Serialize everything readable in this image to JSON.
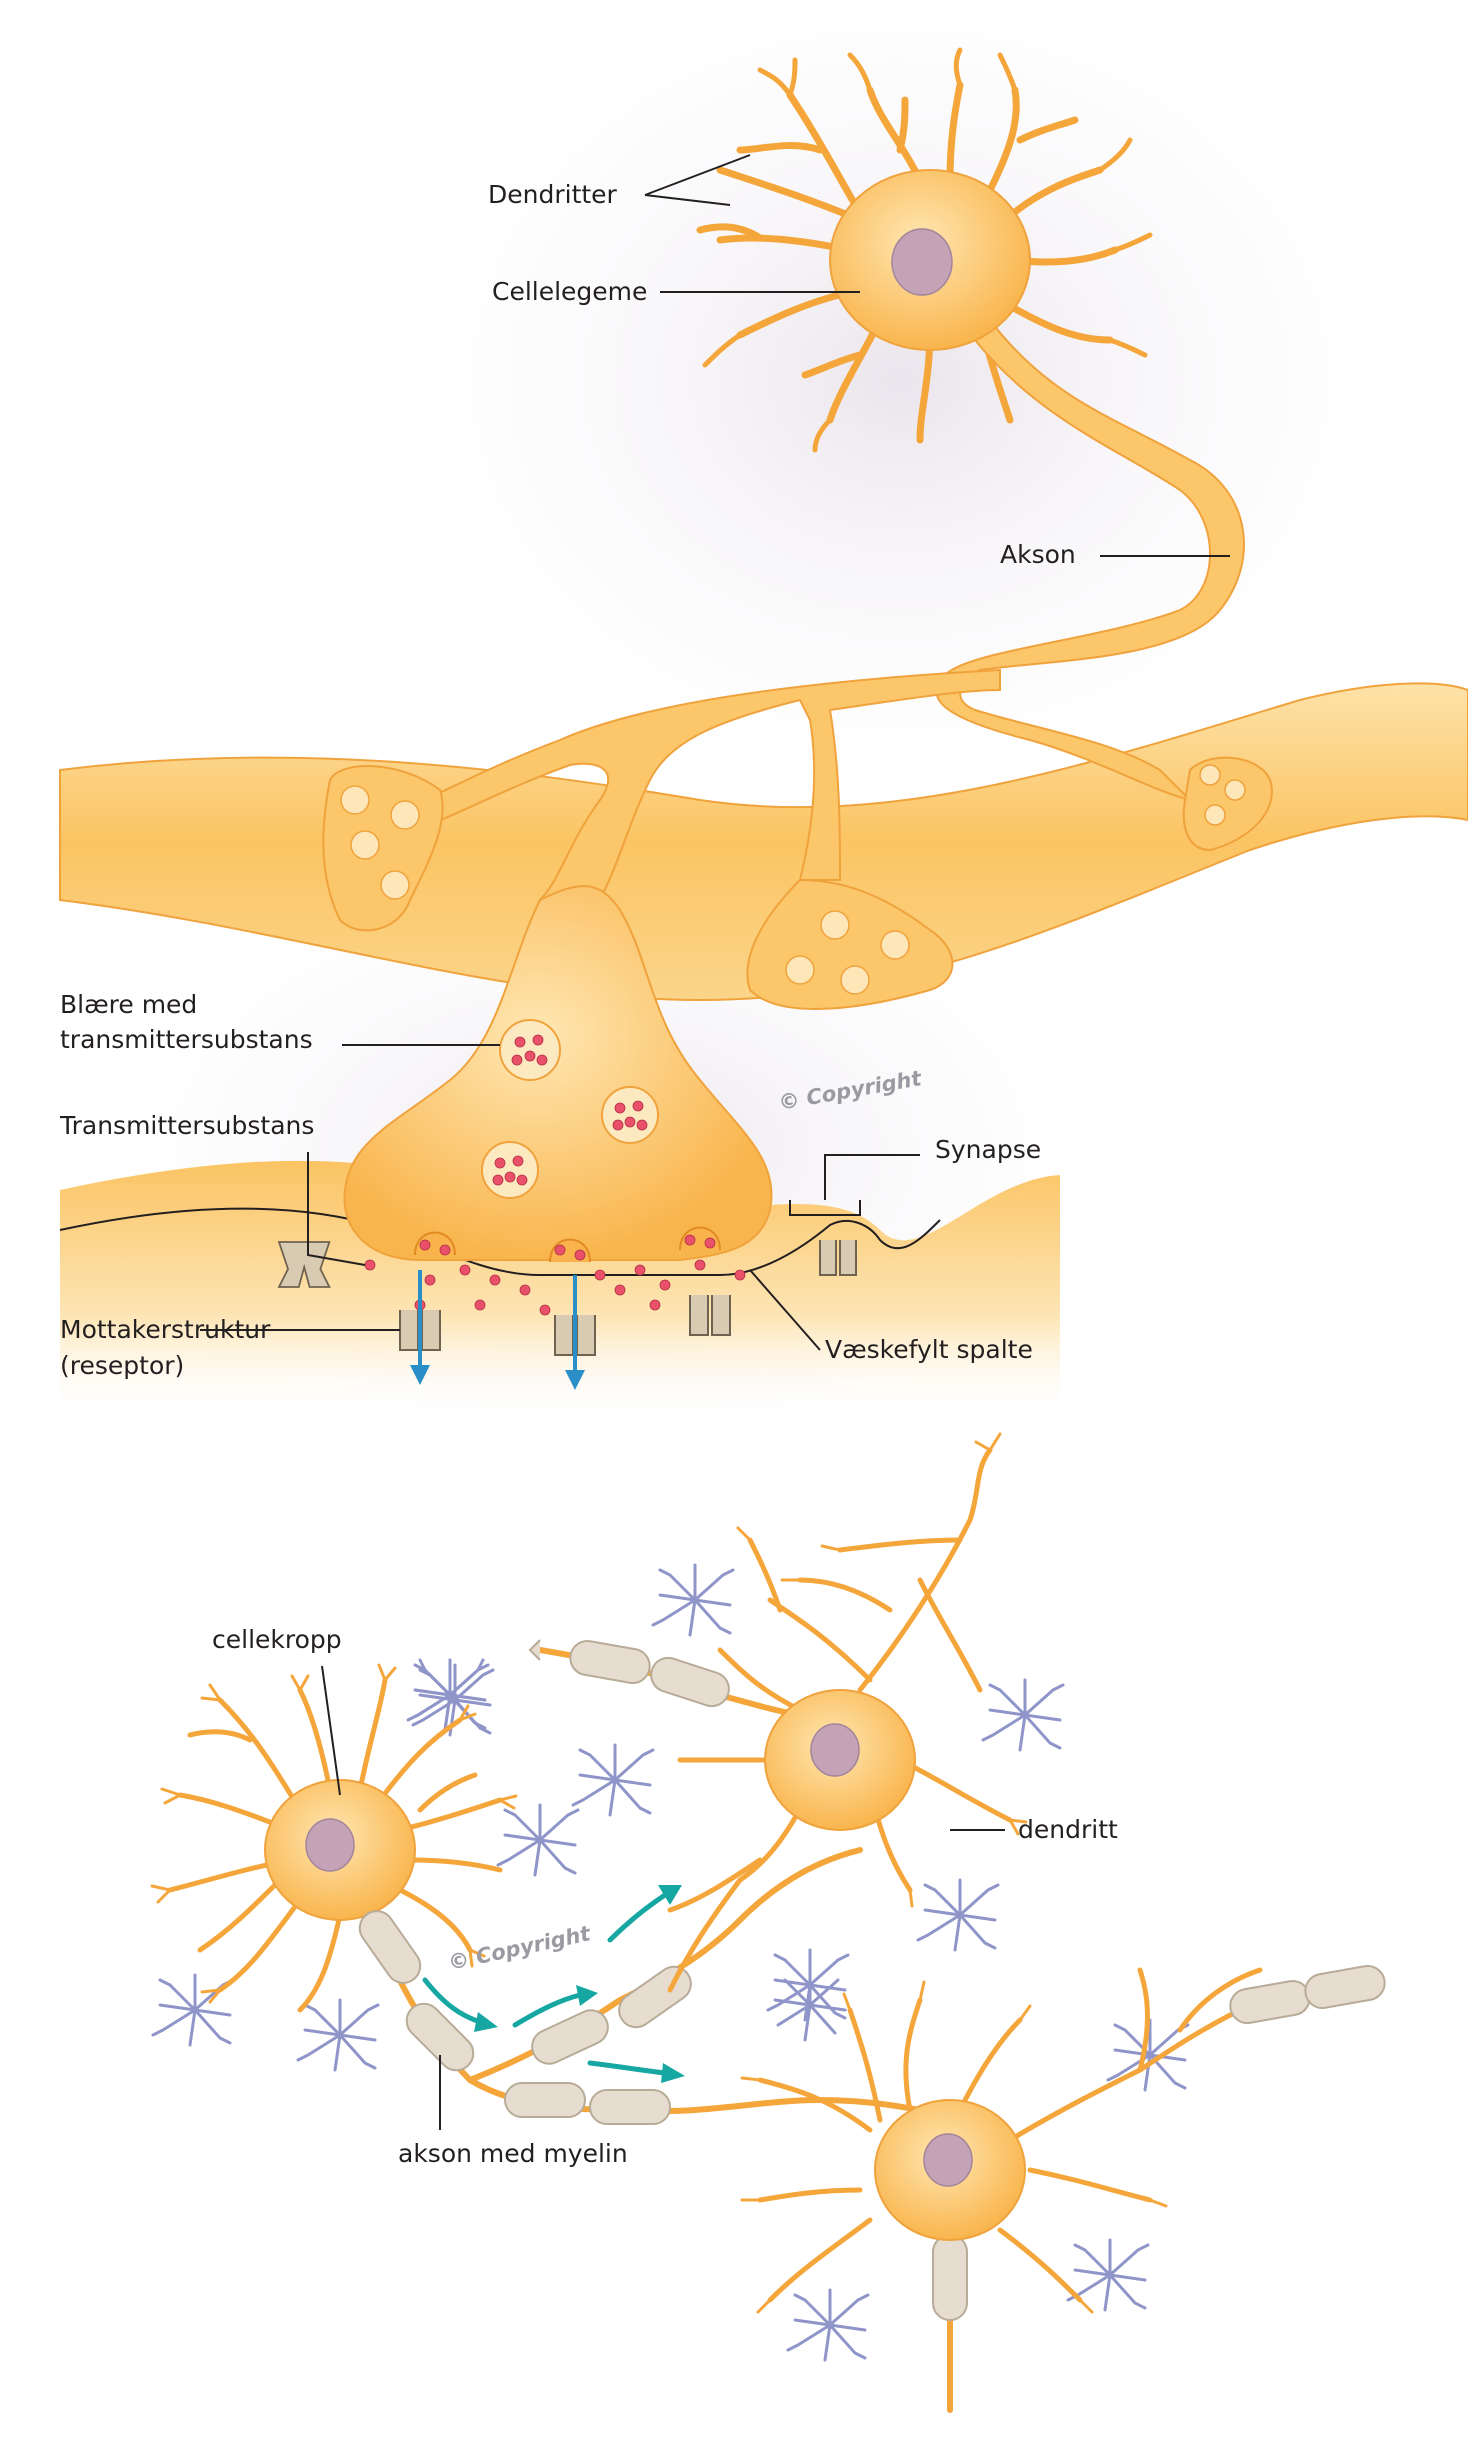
{
  "labels": {
    "dendritter": "Dendritter",
    "cellelegeme": "Cellelegeme",
    "akson": "Akson",
    "blaere_line1": "Blære med",
    "blaere_line2": "transmittersubstans",
    "transmittersubstans": "Transmittersubstans",
    "synapse": "Synapse",
    "mottaker_line1": "Mottakerstruktur",
    "mottaker_line2": "(reseptor)",
    "vaeskefylt_spalte": "Væskefylt spalte",
    "cellekropp": "cellekropp",
    "dendritt": "dendritt",
    "akson_med_myelin": "akson med myelin"
  },
  "watermarks": {
    "top": "© Copyright",
    "bottom": "© Copyright"
  },
  "colors": {
    "neuron": "#fbc76a",
    "neuron_outline": "#f0a23c",
    "nucleus": "#c5a3b7",
    "glia": "#8f95c9",
    "myelin": "#e6ddd0",
    "transmitter": "#e9506a",
    "signal_arrow": "#17a7a2"
  }
}
